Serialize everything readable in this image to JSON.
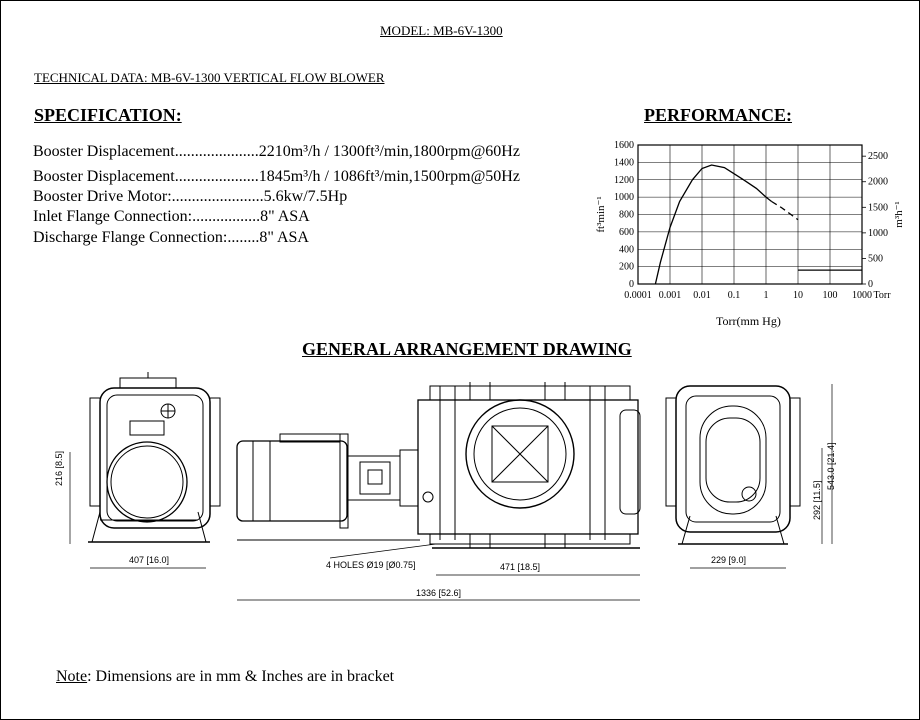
{
  "model_title": "MODEL: MB-6V-1300",
  "technical_title": "TECHNICAL DATA: MB-6V-1300 VERTICAL FLOW BLOWER",
  "specification": {
    "heading": "SPECIFICATION:",
    "rows": [
      {
        "label": "Booster Displacement.....................",
        "value": "2210m³/h / 1300ft³/min,1800rpm@60Hz"
      },
      {
        "label": "Booster Displacement.....................",
        "value": "1845m³/h / 1086ft³/min,1500rpm@50Hz"
      },
      {
        "label": "Booster Drive Motor:.......................",
        "value": "5.6kw/7.5Hp"
      },
      {
        "label": "Inlet Flange Connection:.................",
        "value": "8\" ASA"
      },
      {
        "label": "Discharge Flange Connection:........",
        "value": "8\" ASA"
      }
    ]
  },
  "performance": {
    "heading": "PERFORMANCE:",
    "chart_data": {
      "type": "line",
      "title": "",
      "xlabel": "Torr(mm Hg)",
      "x_scale": "log",
      "x_ticks": [
        "0.0001",
        "0.001",
        "0.01",
        "0.1",
        "1",
        "10",
        "100",
        "1000"
      ],
      "x_unit_label": "Torr",
      "ylabel_left": "ft³min⁻¹",
      "ylabel_right": "m³h⁻¹",
      "y_left_ticks": [
        "0",
        "200",
        "400",
        "600",
        "800",
        "1000",
        "1200",
        "1400",
        "1600"
      ],
      "y_right_ticks": [
        "0",
        "500",
        "1000",
        "1500",
        "2000",
        "2500"
      ],
      "ylim_left": [
        0,
        1600
      ],
      "grid": true,
      "series": [
        {
          "style": "solid",
          "x": [
            0.00035,
            0.0005,
            0.001,
            0.002,
            0.005,
            0.01,
            0.02,
            0.05,
            0.1,
            0.2,
            0.5,
            1,
            1.5
          ],
          "y": [
            0,
            250,
            650,
            950,
            1200,
            1330,
            1370,
            1340,
            1270,
            1200,
            1100,
            1000,
            950
          ]
        },
        {
          "style": "dashed",
          "x": [
            1.5,
            3,
            6,
            10
          ],
          "y": [
            950,
            880,
            800,
            740
          ]
        },
        {
          "style": "solid",
          "x": [
            10,
            1000
          ],
          "y": [
            160,
            160
          ]
        }
      ]
    }
  },
  "drawing": {
    "heading": "GENERAL ARRANGEMENT DRAWING",
    "dims": {
      "d216": "216 [8.5]",
      "d407": "407 [16.0]",
      "holes": "4 HOLES Ø19 [Ø0.75]",
      "d471": "471 [18.5]",
      "d1336": "1336 [52.6]",
      "d229": "229 [9.0]",
      "d292": "292 [11.5]",
      "d543": "543.0 [21.4]"
    }
  },
  "note": {
    "prefix": "Note",
    "text": ": Dimensions are in mm & Inches are in bracket"
  }
}
